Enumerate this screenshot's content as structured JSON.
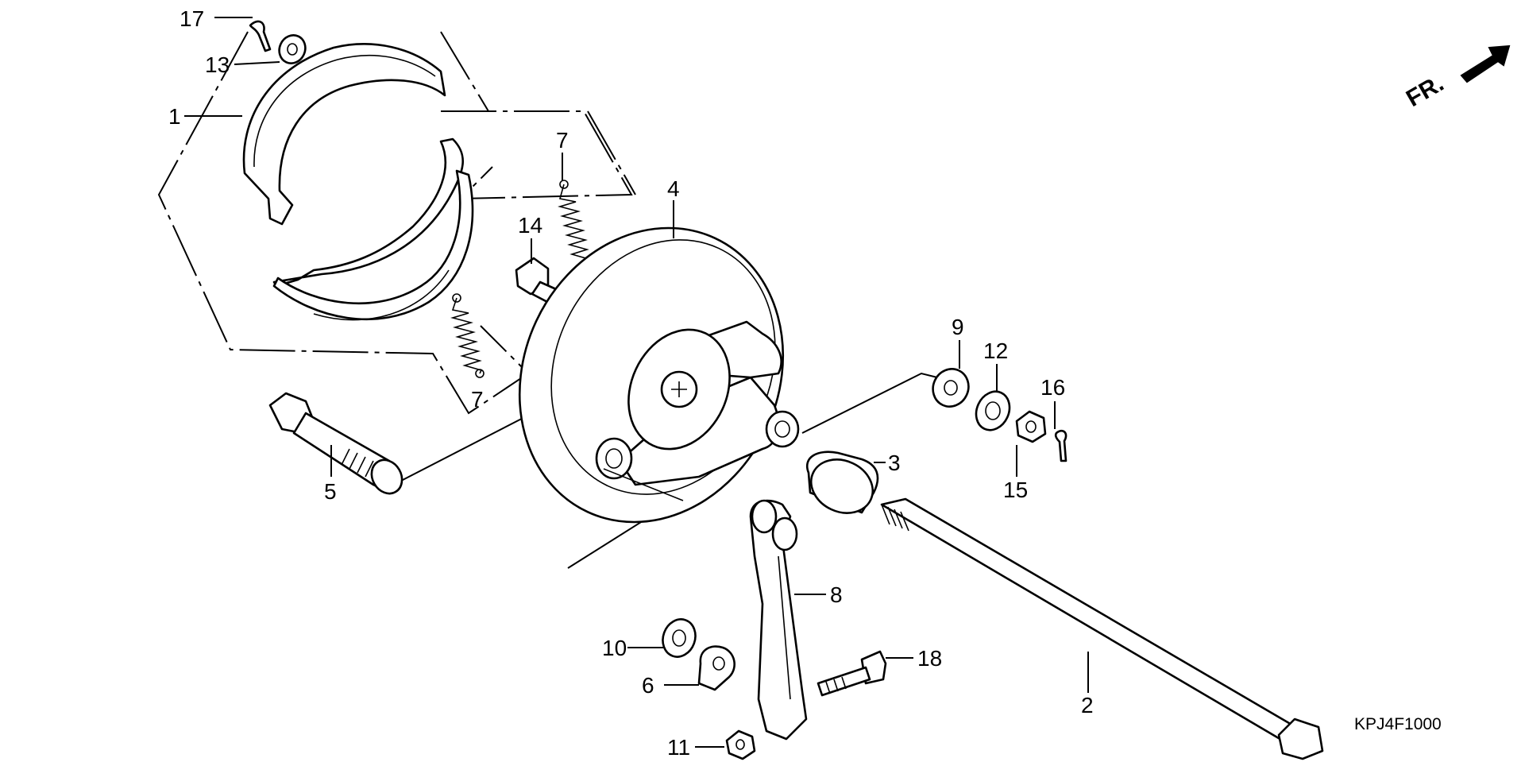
{
  "diagram": {
    "code": "KPJ4F1000",
    "direction_label": "FR.",
    "callouts": [
      {
        "id": "17",
        "text": "17"
      },
      {
        "id": "13",
        "text": "13"
      },
      {
        "id": "1",
        "text": "1"
      },
      {
        "id": "7a",
        "text": "7"
      },
      {
        "id": "4",
        "text": "4"
      },
      {
        "id": "14",
        "text": "14"
      },
      {
        "id": "7b",
        "text": "7"
      },
      {
        "id": "9",
        "text": "9"
      },
      {
        "id": "12",
        "text": "12"
      },
      {
        "id": "16",
        "text": "16"
      },
      {
        "id": "15",
        "text": "15"
      },
      {
        "id": "3",
        "text": "3"
      },
      {
        "id": "5",
        "text": "5"
      },
      {
        "id": "8",
        "text": "8"
      },
      {
        "id": "10",
        "text": "10"
      },
      {
        "id": "6",
        "text": "6"
      },
      {
        "id": "18",
        "text": "18"
      },
      {
        "id": "2",
        "text": "2"
      },
      {
        "id": "11",
        "text": "11"
      }
    ]
  }
}
